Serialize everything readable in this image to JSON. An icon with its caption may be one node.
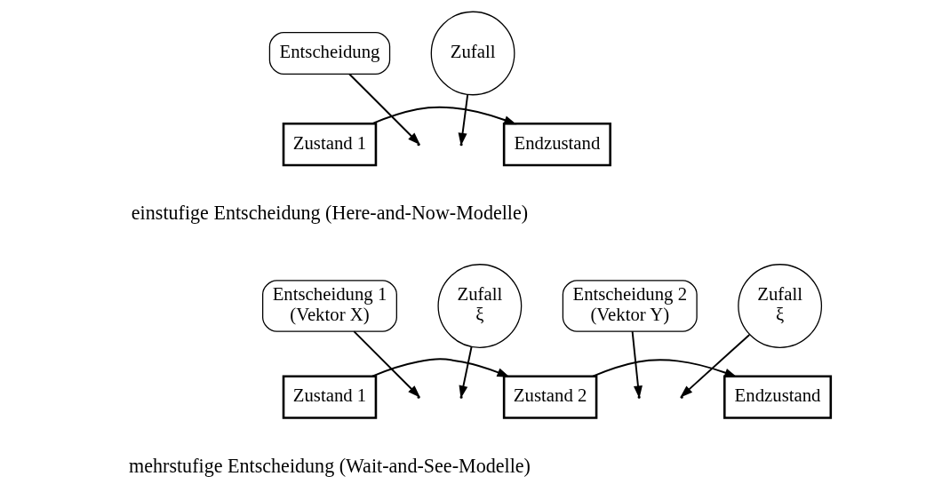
{
  "diagram": {
    "nodes": [
      {
        "text": [
          "Entscheidung"
        ]
      },
      {
        "text": [
          "Zufall"
        ]
      },
      {
        "text": [
          "Zustand 1"
        ]
      },
      {
        "text": [
          "Endzustand"
        ]
      },
      {
        "text": [
          "Entscheidung 1",
          "(Vektor X)"
        ]
      },
      {
        "text": [
          "Zufall",
          "ξ"
        ]
      },
      {
        "text": [
          "Entscheidung 2",
          "(Vektor Y)"
        ]
      },
      {
        "text": [
          "Zufall",
          "ξ"
        ]
      },
      {
        "text": [
          "Zustand 1"
        ]
      },
      {
        "text": [
          "Zustand 2"
        ]
      },
      {
        "text": [
          "Endzustand"
        ]
      }
    ],
    "edges": [
      {
        "from": 2,
        "to": 3,
        "arrow": "to"
      },
      {
        "from": 0,
        "to": null,
        "arrow": "to"
      },
      {
        "from": 1,
        "to": null,
        "arrow": "to"
      },
      {
        "from": 8,
        "to": 9,
        "arrow": "to"
      },
      {
        "from": 9,
        "to": 10,
        "arrow": "to"
      },
      {
        "from": 4,
        "to": null,
        "arrow": "to"
      },
      {
        "from": 5,
        "to": null,
        "arrow": "to"
      },
      {
        "from": 6,
        "to": null,
        "arrow": "to"
      },
      {
        "from": 7,
        "to": null,
        "arrow": "to"
      }
    ],
    "labels": [
      "einstufige Entscheidung (Here-and-Now-Modelle)",
      "mehrstufige Entscheidung (Wait-and-See-Modelle)"
    ]
  }
}
